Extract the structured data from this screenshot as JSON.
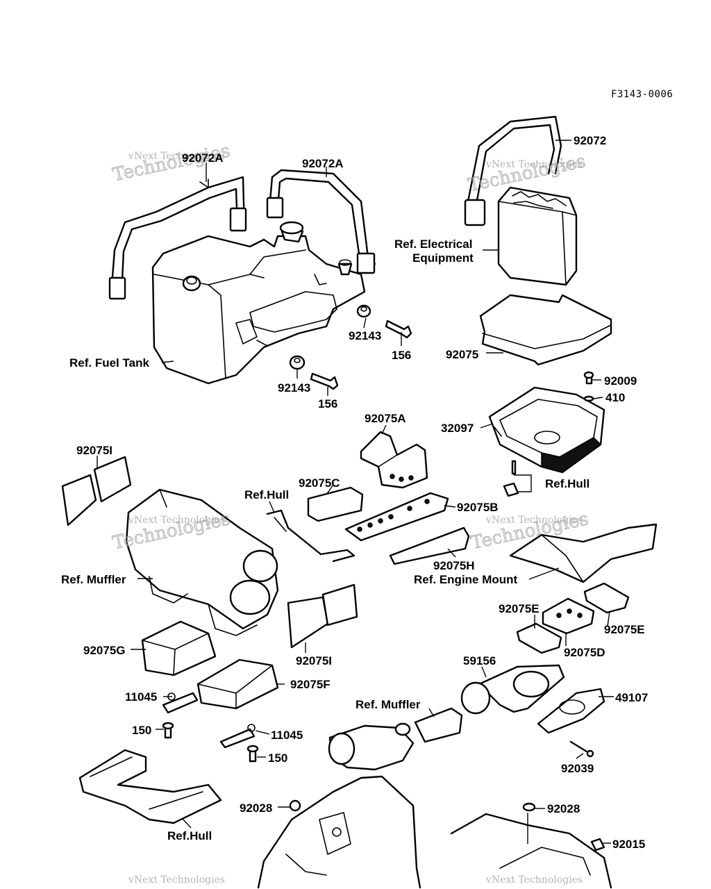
{
  "figure_code": "F3143-0006",
  "labels": {
    "p92072": "92072",
    "p92072a_left": "92072A",
    "p92072a_right": "92072A",
    "ref_electrical": "Ref. Electrical",
    "ref_electrical_2": "Equipment",
    "ref_fuel_tank": "Ref. Fuel Tank",
    "p92143_a": "92143",
    "p156_a": "156",
    "p92143_b": "92143",
    "p156_b": "156",
    "p92075": "92075",
    "p92009": "92009",
    "p410": "410",
    "p92075a": "92075A",
    "p32097": "32097",
    "ref_hull_1": "Ref.Hull",
    "p92075i_top": "92075I",
    "p92075c": "92075C",
    "ref_hull_2": "Ref.Hull",
    "p92075b": "92075B",
    "p92075h": "92075H",
    "ref_engine_mount": "Ref. Engine Mount",
    "ref_muffler_1": "Ref. Muffler",
    "p92075e_left": "92075E",
    "p92075e_right": "92075E",
    "p92075d": "92075D",
    "p92075i_bottom": "92075I",
    "p92075g": "92075G",
    "p59156": "59156",
    "p92075f": "92075F",
    "p49107": "49107",
    "p11045_a": "11045",
    "ref_muffler_2": "Ref. Muffler",
    "p150_a": "150",
    "p11045_b": "11045",
    "p150_b": "150",
    "p92039": "92039",
    "p92028_left": "92028",
    "p92028_right": "92028",
    "ref_hull_3": "Ref.Hull",
    "p92015": "92015"
  },
  "watermark": {
    "line1": "vNext Technologies",
    "line2_a": "vNext",
    "line2_b": "Technologies"
  }
}
